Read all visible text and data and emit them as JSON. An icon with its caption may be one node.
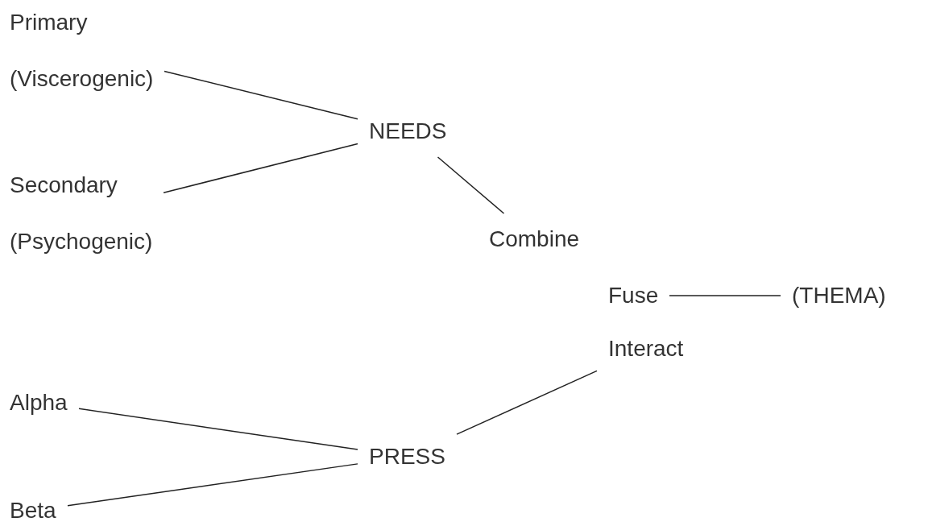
{
  "diagram": {
    "nodes": [
      {
        "text": [
          "Primary",
          "(Viscerogenic)"
        ]
      },
      {
        "text": [
          "NEEDS"
        ]
      },
      {
        "text": [
          "Secondary",
          "(Psychogenic)"
        ]
      },
      {
        "text": [
          "Combine"
        ]
      },
      {
        "text": [
          "Fuse"
        ]
      },
      {
        "text": [
          "(THEMA)"
        ]
      },
      {
        "text": [
          "Interact"
        ]
      },
      {
        "text": [
          "Alpha"
        ]
      },
      {
        "text": [
          "PRESS"
        ]
      },
      {
        "text": [
          "Beta"
        ]
      }
    ],
    "edges": [
      {
        "from": 0,
        "to": 1,
        "arrow": "none"
      },
      {
        "from": 2,
        "to": 1,
        "arrow": "none"
      },
      {
        "from": 1,
        "to": 3,
        "arrow": "none"
      },
      {
        "from": 4,
        "to": 5,
        "arrow": "none"
      },
      {
        "from": 8,
        "to": 6,
        "arrow": "none"
      },
      {
        "from": 7,
        "to": 8,
        "arrow": "none"
      },
      {
        "from": 9,
        "to": 8,
        "arrow": "none"
      }
    ]
  }
}
